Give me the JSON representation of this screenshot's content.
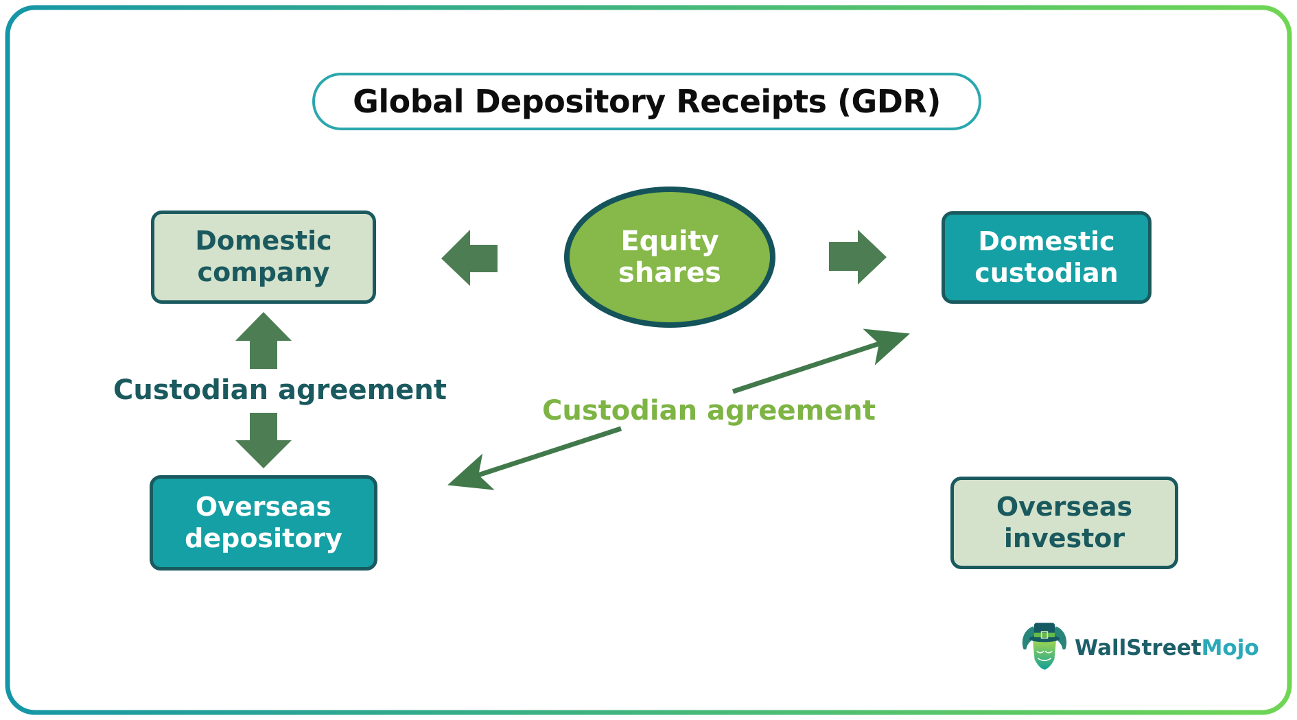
{
  "title": "Global Depository Receipts (GDR)",
  "center_ellipse": {
    "line1": "Equity",
    "line2": "shares"
  },
  "nodes": {
    "domestic_company": {
      "line1": "Domestic",
      "line2": "company"
    },
    "domestic_custodian": {
      "line1": "Domestic",
      "line2": "custodian"
    },
    "overseas_depository": {
      "line1": "Overseas",
      "line2": "depository"
    },
    "overseas_investor": {
      "line1": "Overseas",
      "line2": "investor"
    }
  },
  "labels": {
    "custodian_agreement_left": "Custodian agreement",
    "custodian_agreement_center": "Custodian agreement"
  },
  "logo": {
    "part1": "WallStreet",
    "part2": "Mojo"
  },
  "colors": {
    "frame_gradient_start": "#1596a6",
    "frame_gradient_end": "#6fd653",
    "title_border": "#2aa7ac",
    "dark_teal": "#1a5a5f",
    "teal_box_fill": "#14a0a4",
    "sage_box_fill": "#d5e2cb",
    "ellipse_fill": "#86b84a",
    "block_arrow_green": "#4d7d53",
    "diagonal_arrow_green": "#41794b",
    "center_label_green": "#7db444",
    "logo_dark_teal": "#1d5f68",
    "logo_accent_teal": "#2ba9b8"
  }
}
